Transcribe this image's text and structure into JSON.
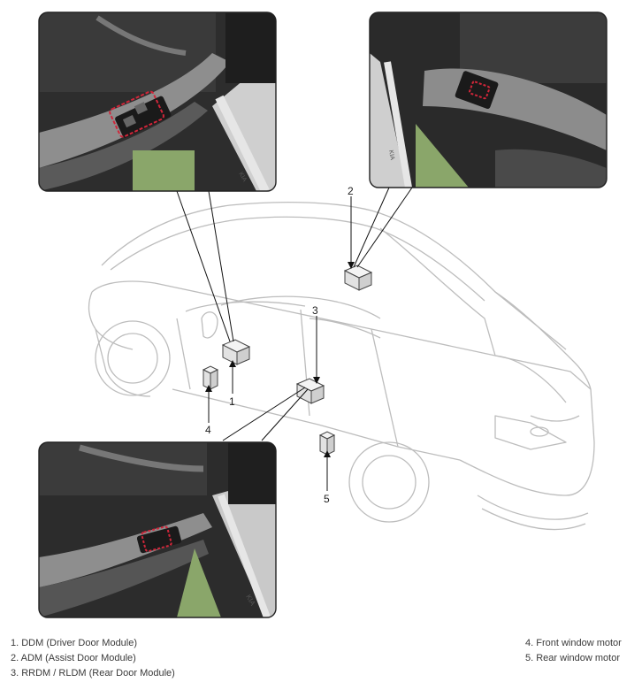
{
  "callouts": [
    "1",
    "2",
    "3",
    "4",
    "5"
  ],
  "legend_left": [
    "1. DDM (Driver Door Module)",
    "2. ADM (Assist Door Module)",
    "3. RRDM / RLDM (Rear Door Module)"
  ],
  "legend_right": [
    "4. Front window motor",
    "5. Rear window motor"
  ],
  "door_badge": "KIA",
  "colors": {
    "photo_green": "#8aa66a",
    "door_panel": "#2b2b2b",
    "trim_silver": "#9a9a9a",
    "highlight": "#d0263a",
    "car_line": "#bdbdbd"
  }
}
